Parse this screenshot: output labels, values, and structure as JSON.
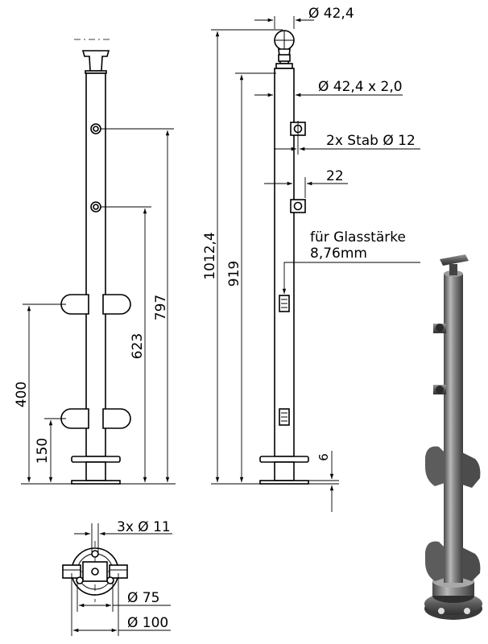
{
  "drawing": {
    "labels": {
      "top_ball": "Ø 42,4",
      "tube": "Ø 42,4 x 2,0",
      "rod_holders": "2x Stab Ø 12",
      "holder_gap": "22",
      "glass_line1": "für Glasstärke",
      "glass_line2": "8,76mm",
      "base_holes": "3x Ø 11",
      "bolt_circle": "Ø 75",
      "base_plate": "Ø 100"
    },
    "dimensions": {
      "total_height": "1012,4",
      "tube_height": "919",
      "upper_hole": "797",
      "lower_hole": "623",
      "upper_clamp": "400",
      "lower_clamp": "150",
      "plate_thickness": "6"
    }
  }
}
